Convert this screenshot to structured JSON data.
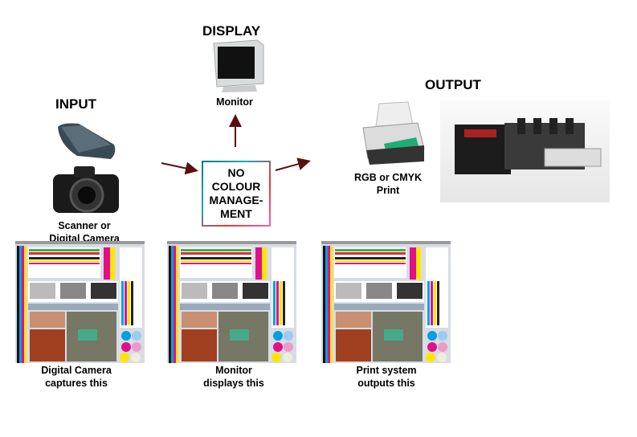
{
  "titles": {
    "display": "DISPLAY",
    "input": "INPUT",
    "output": "OUTPUT"
  },
  "devices": {
    "monitor": "Monitor",
    "scanner_camera": [
      "Scanner or",
      "Digital Camera"
    ],
    "printer": [
      "RGB or CMYK",
      "Print"
    ]
  },
  "center_box": [
    "NO",
    "COLOUR",
    "MANAGE-",
    "MENT"
  ],
  "captions": [
    [
      "Digital Camera",
      "captures this"
    ],
    [
      "Monitor",
      "displays this"
    ],
    [
      "Print system",
      "outputs this"
    ]
  ],
  "colors": {
    "arrow": "#5a1010",
    "cyan": "#00a0e0",
    "magenta": "#e0108a",
    "yellow": "#ffe600"
  }
}
